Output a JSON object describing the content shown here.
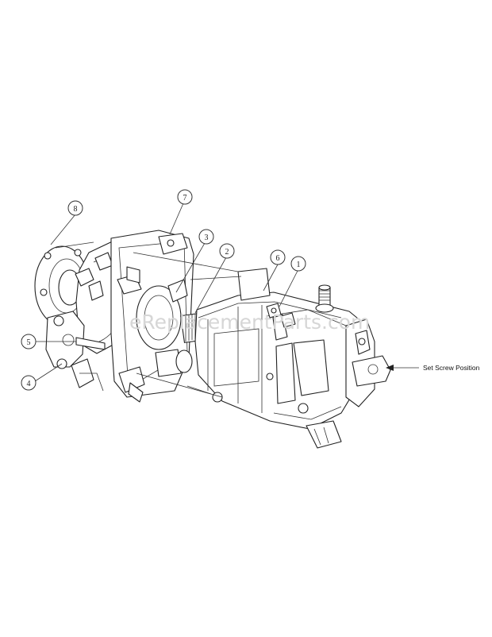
{
  "diagram": {
    "callouts": [
      {
        "id": "callout-1",
        "text": "1"
      },
      {
        "id": "callout-2",
        "text": "2"
      },
      {
        "id": "callout-3",
        "text": "3"
      },
      {
        "id": "callout-4",
        "text": "4"
      },
      {
        "id": "callout-5",
        "text": "5"
      },
      {
        "id": "callout-6",
        "text": "6"
      },
      {
        "id": "callout-7",
        "text": "7"
      },
      {
        "id": "callout-8",
        "text": "8"
      }
    ],
    "annotation": "Set Screw Position",
    "watermark": "eReplacementParts.com"
  }
}
